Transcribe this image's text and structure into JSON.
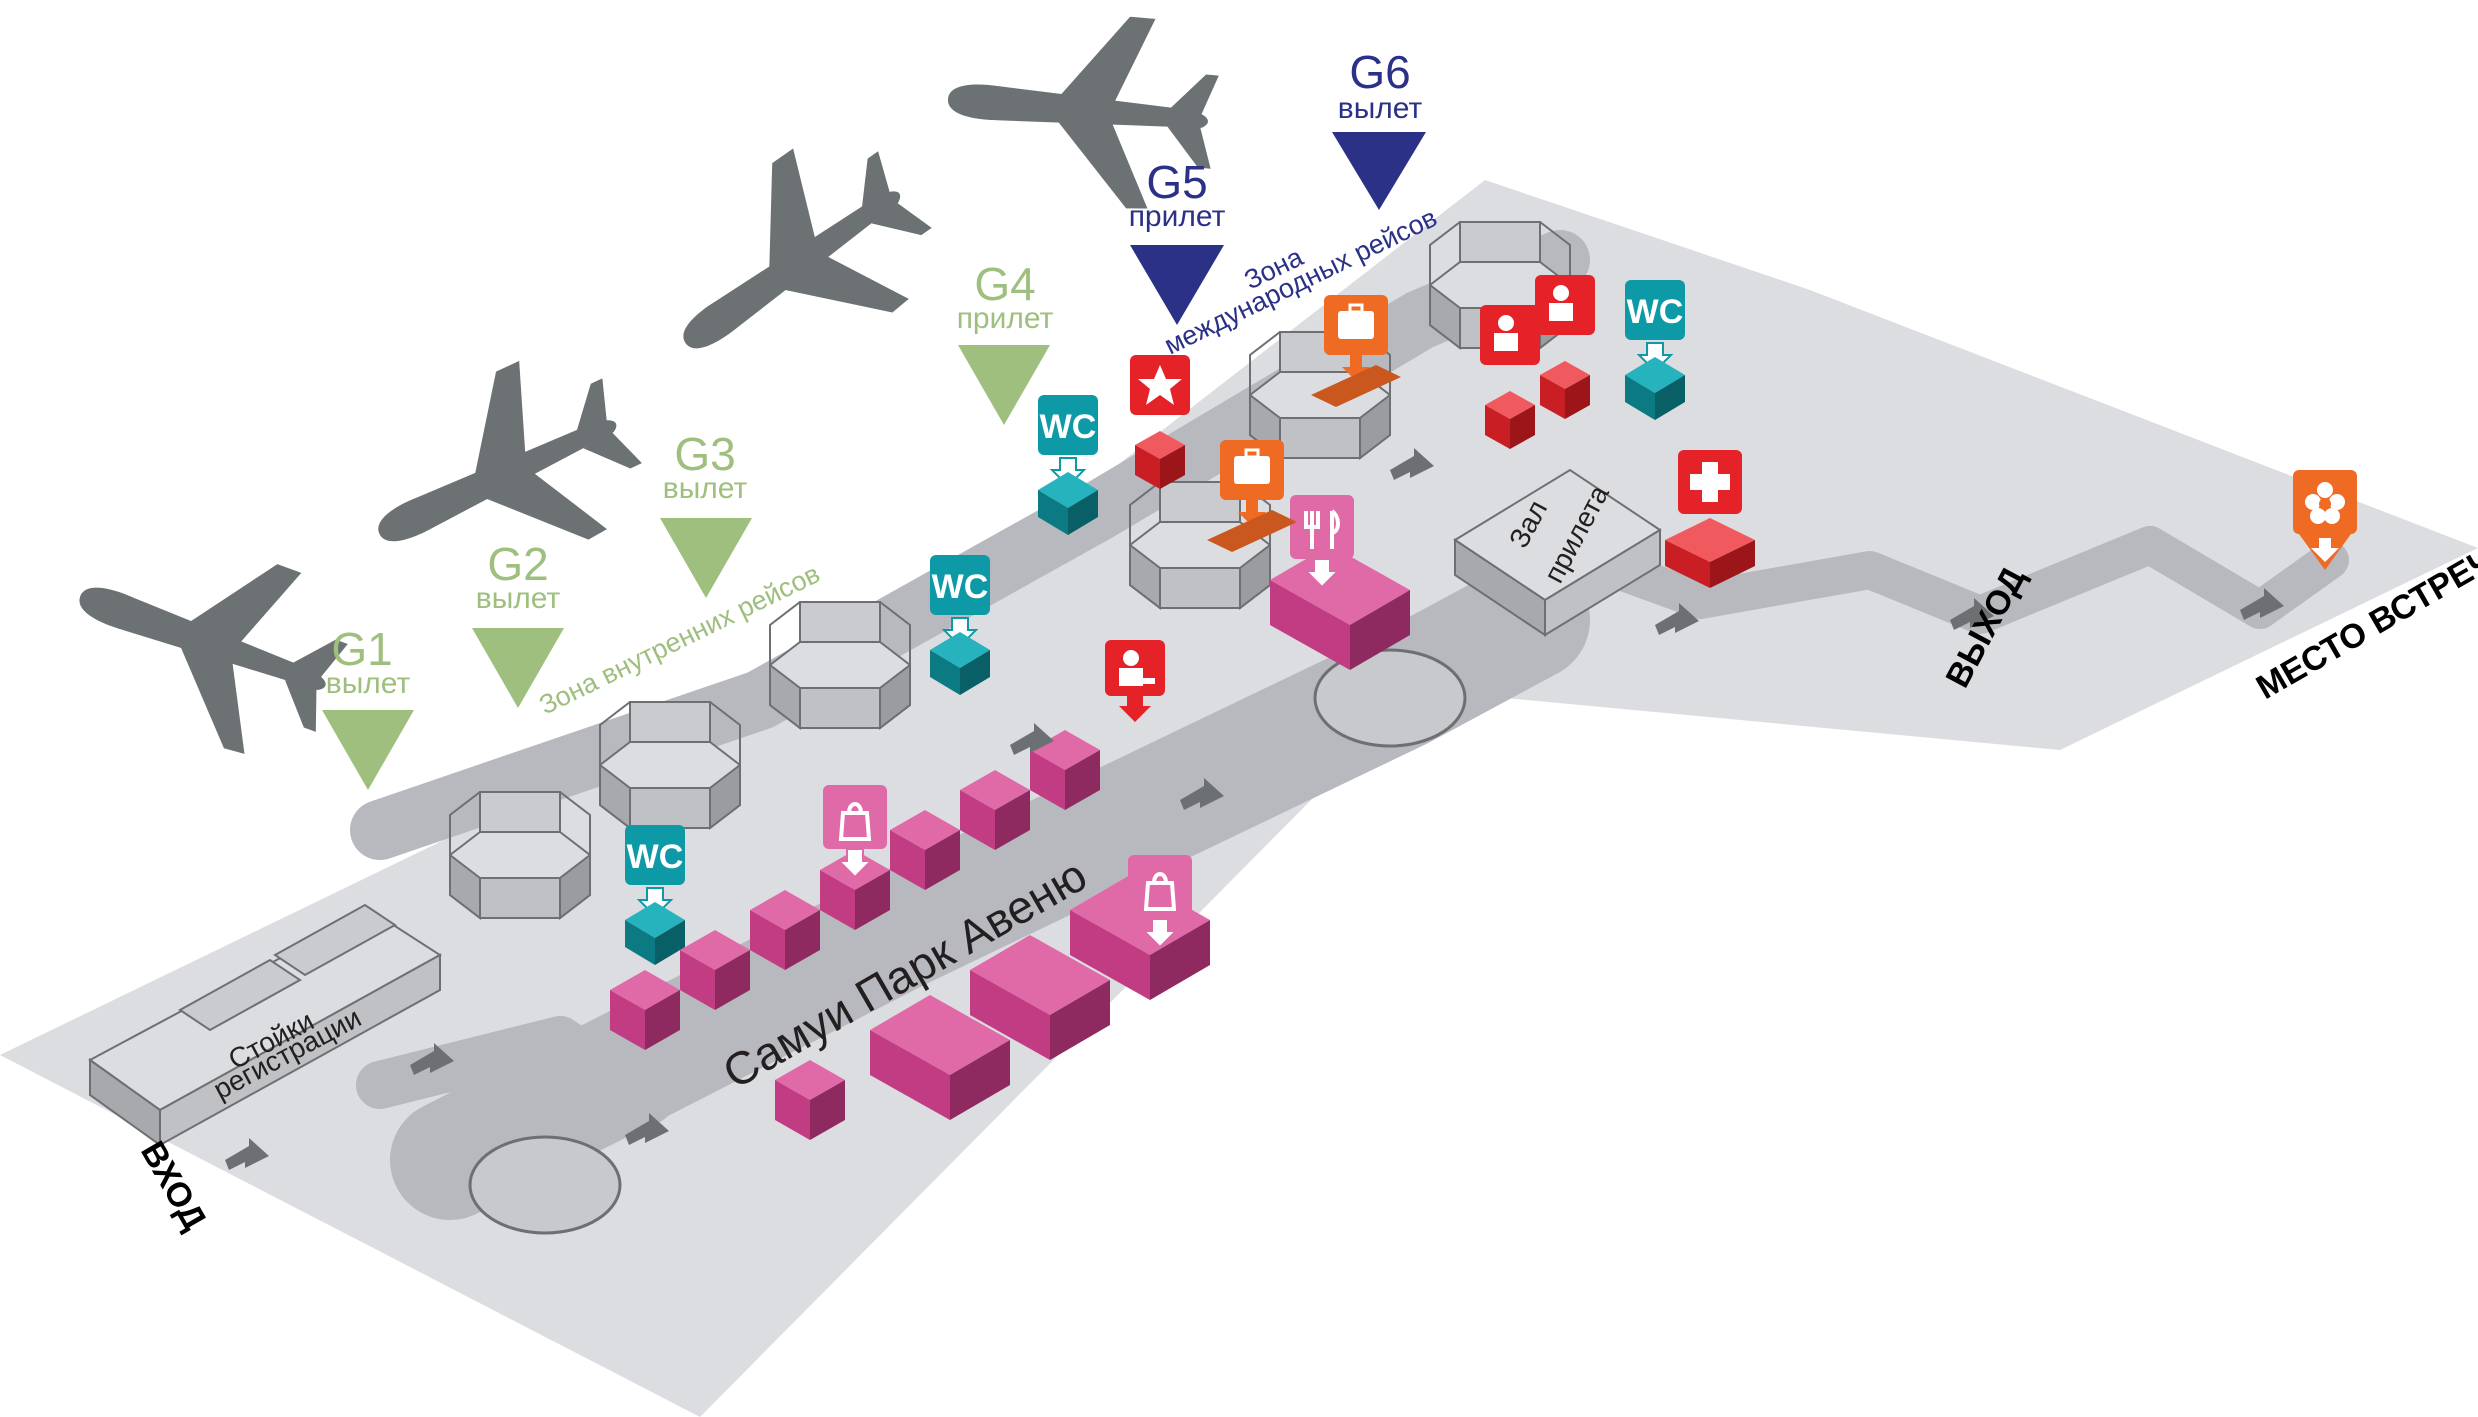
{
  "colors": {
    "floor": "#dcdde0",
    "corridor": "#b7b9be",
    "wall": "#a7a9ad",
    "plane": "#6c7173",
    "domestic": "#9ebf7e",
    "international": "#2b3187",
    "wc": "#0d9aa6",
    "shop": "#d1488c",
    "security": "#e42228",
    "baggage": "#ef6b24",
    "arrow": "#6d7073"
  },
  "gates": [
    {
      "code": "G1",
      "type": "вылет"
    },
    {
      "code": "G2",
      "type": "вылет"
    },
    {
      "code": "G3",
      "type": "вылет"
    },
    {
      "code": "G4",
      "type": "прилет"
    },
    {
      "code": "G5",
      "type": "прилет"
    },
    {
      "code": "G6",
      "type": "вылет"
    }
  ],
  "zones": {
    "domestic": "Зона внутренних рейсов",
    "international_line1": "Зона",
    "international_line2": "международных рейсов"
  },
  "areas": {
    "checkin_line1": "Стойки",
    "checkin_line2": "регистрации",
    "arrival_hall_line1": "Зал",
    "arrival_hall_line2": "прилета",
    "avenue": "Самуи Парк Авеню"
  },
  "wayfinding": {
    "entrance": "ВХОД",
    "exit": "ВЫХОД",
    "meeting_point": "МЕСТО ВСТРЕЧИ"
  },
  "icons": {
    "wc_label": "WC",
    "plane": "airplane-icon",
    "restroom": "wc-icon",
    "shopping": "shopping-bag-icon",
    "food": "fork-knife-icon",
    "baggage": "suitcase-icon",
    "security_check": "police-officer-icon",
    "immigration": "passport-control-icon",
    "first_aid": "first-aid-cross-icon",
    "meeting": "flower-icon"
  }
}
